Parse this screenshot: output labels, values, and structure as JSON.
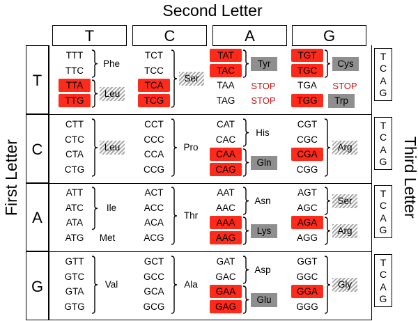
{
  "titles": {
    "second": "Second Letter",
    "first": "First Letter",
    "third": "Third Letter"
  },
  "second_letters": [
    "T",
    "C",
    "A",
    "G"
  ],
  "first_letters": [
    "T",
    "C",
    "A",
    "G"
  ],
  "third_letters": [
    "T",
    "C",
    "A",
    "G"
  ],
  "colors": {
    "highlight": "#ff2a1a",
    "gray_box": "#8f8f8f",
    "stop_text": "#cc1111"
  },
  "rows": [
    {
      "cells": [
        {
          "codons": [
            {
              "text": "TTT",
              "red": false
            },
            {
              "text": "TTC",
              "red": false
            },
            {
              "text": "TTA",
              "red": true
            },
            {
              "text": "TTG",
              "red": true
            }
          ],
          "groups": [
            {
              "label": "Phe",
              "from": 0,
              "to": 1,
              "style": "plain"
            },
            {
              "label": "Leu",
              "from": 2,
              "to": 3,
              "style": "hatch"
            }
          ]
        },
        {
          "codons": [
            {
              "text": "TCT",
              "red": false
            },
            {
              "text": "TCC",
              "red": false
            },
            {
              "text": "TCA",
              "red": true
            },
            {
              "text": "TCG",
              "red": true
            }
          ],
          "groups": [
            {
              "label": "Ser",
              "from": 0,
              "to": 3,
              "style": "hatch"
            }
          ]
        },
        {
          "codons": [
            {
              "text": "TAT",
              "red": true
            },
            {
              "text": "TAC",
              "red": true
            },
            {
              "text": "TAA",
              "red": false
            },
            {
              "text": "TAG",
              "red": false
            }
          ],
          "groups": [
            {
              "label": "Tyr",
              "from": 0,
              "to": 1,
              "style": "gray"
            },
            {
              "label": "STOP",
              "from": 2,
              "to": 2,
              "style": "stop",
              "nobrace": true
            },
            {
              "label": "STOP",
              "from": 3,
              "to": 3,
              "style": "stop",
              "nobrace": true
            }
          ]
        },
        {
          "codons": [
            {
              "text": "TGT",
              "red": true
            },
            {
              "text": "TGC",
              "red": true
            },
            {
              "text": "TGA",
              "red": false
            },
            {
              "text": "TGG",
              "red": true
            }
          ],
          "groups": [
            {
              "label": "Cys",
              "from": 0,
              "to": 1,
              "style": "gray"
            },
            {
              "label": "STOP",
              "from": 2,
              "to": 2,
              "style": "stop",
              "nobrace": true
            },
            {
              "label": "Trp",
              "from": 3,
              "to": 3,
              "style": "gray",
              "nobrace": true
            }
          ]
        }
      ]
    },
    {
      "cells": [
        {
          "codons": [
            {
              "text": "CTT",
              "red": false
            },
            {
              "text": "CTC",
              "red": false
            },
            {
              "text": "CTA",
              "red": false
            },
            {
              "text": "CTG",
              "red": false
            }
          ],
          "groups": [
            {
              "label": "Leu",
              "from": 0,
              "to": 3,
              "style": "hatch"
            }
          ]
        },
        {
          "codons": [
            {
              "text": "CCT",
              "red": false
            },
            {
              "text": "CCC",
              "red": false
            },
            {
              "text": "CCA",
              "red": false
            },
            {
              "text": "CCG",
              "red": false
            }
          ],
          "groups": [
            {
              "label": "Pro",
              "from": 0,
              "to": 3,
              "style": "plain"
            }
          ]
        },
        {
          "codons": [
            {
              "text": "CAT",
              "red": false
            },
            {
              "text": "CAC",
              "red": false
            },
            {
              "text": "CAA",
              "red": true
            },
            {
              "text": "CAG",
              "red": true
            }
          ],
          "groups": [
            {
              "label": "His",
              "from": 0,
              "to": 1,
              "style": "plain"
            },
            {
              "label": "Gln",
              "from": 2,
              "to": 3,
              "style": "gray"
            }
          ]
        },
        {
          "codons": [
            {
              "text": "CGT",
              "red": false
            },
            {
              "text": "CGC",
              "red": false
            },
            {
              "text": "CGA",
              "red": true
            },
            {
              "text": "CGG",
              "red": false
            }
          ],
          "groups": [
            {
              "label": "Arg",
              "from": 0,
              "to": 3,
              "style": "hatch"
            }
          ]
        }
      ]
    },
    {
      "cells": [
        {
          "codons": [
            {
              "text": "ATT",
              "red": false
            },
            {
              "text": "ATC",
              "red": false
            },
            {
              "text": "ATA",
              "red": false
            },
            {
              "text": "ATG",
              "red": false
            }
          ],
          "groups": [
            {
              "label": "Ile",
              "from": 0,
              "to": 2,
              "style": "plain"
            },
            {
              "label": "Met",
              "from": 3,
              "to": 3,
              "style": "plain",
              "nobrace": true
            }
          ]
        },
        {
          "codons": [
            {
              "text": "ACT",
              "red": false
            },
            {
              "text": "ACC",
              "red": false
            },
            {
              "text": "ACA",
              "red": false
            },
            {
              "text": "ACG",
              "red": false
            }
          ],
          "groups": [
            {
              "label": "Thr",
              "from": 0,
              "to": 3,
              "style": "plain"
            }
          ]
        },
        {
          "codons": [
            {
              "text": "AAT",
              "red": false
            },
            {
              "text": "AAC",
              "red": false
            },
            {
              "text": "AAA",
              "red": true
            },
            {
              "text": "AAG",
              "red": true
            }
          ],
          "groups": [
            {
              "label": "Asn",
              "from": 0,
              "to": 1,
              "style": "plain"
            },
            {
              "label": "Lys",
              "from": 2,
              "to": 3,
              "style": "gray"
            }
          ]
        },
        {
          "codons": [
            {
              "text": "AGT",
              "red": false
            },
            {
              "text": "AGC",
              "red": false
            },
            {
              "text": "AGA",
              "red": true
            },
            {
              "text": "AGG",
              "red": false
            }
          ],
          "groups": [
            {
              "label": "Ser",
              "from": 0,
              "to": 1,
              "style": "hatch"
            },
            {
              "label": "Arg",
              "from": 2,
              "to": 3,
              "style": "hatch"
            }
          ]
        }
      ]
    },
    {
      "cells": [
        {
          "codons": [
            {
              "text": "GTT",
              "red": false
            },
            {
              "text": "GTC",
              "red": false
            },
            {
              "text": "GTA",
              "red": false
            },
            {
              "text": "GTG",
              "red": false
            }
          ],
          "groups": [
            {
              "label": "Val",
              "from": 0,
              "to": 3,
              "style": "plain"
            }
          ]
        },
        {
          "codons": [
            {
              "text": "GCT",
              "red": false
            },
            {
              "text": "GCC",
              "red": false
            },
            {
              "text": "GCA",
              "red": false
            },
            {
              "text": "GCG",
              "red": false
            }
          ],
          "groups": [
            {
              "label": "Ala",
              "from": 0,
              "to": 3,
              "style": "plain"
            }
          ]
        },
        {
          "codons": [
            {
              "text": "GAT",
              "red": false
            },
            {
              "text": "GAC",
              "red": false
            },
            {
              "text": "GAA",
              "red": true
            },
            {
              "text": "GAG",
              "red": true
            }
          ],
          "groups": [
            {
              "label": "Asp",
              "from": 0,
              "to": 1,
              "style": "plain"
            },
            {
              "label": "Glu",
              "from": 2,
              "to": 3,
              "style": "gray"
            }
          ]
        },
        {
          "codons": [
            {
              "text": "GGT",
              "red": false
            },
            {
              "text": "GGC",
              "red": false
            },
            {
              "text": "GGA",
              "red": true
            },
            {
              "text": "GGG",
              "red": false
            }
          ],
          "groups": [
            {
              "label": "Gly",
              "from": 0,
              "to": 3,
              "style": "hatch"
            }
          ]
        }
      ]
    }
  ]
}
